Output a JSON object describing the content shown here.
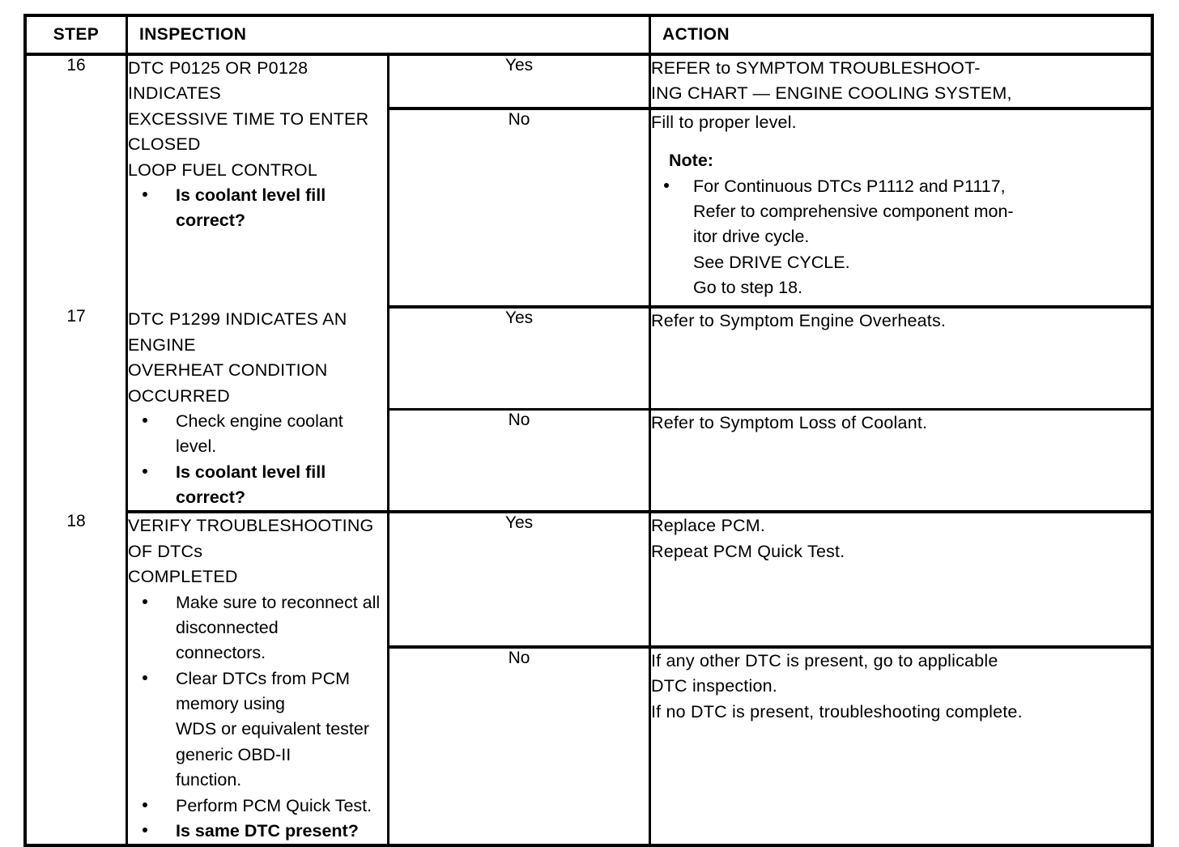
{
  "document": {
    "type": "diagnostic-troubleshooting-chart",
    "columns": [
      "STEP",
      "INSPECTION",
      "ACTION"
    ],
    "header": {
      "step": "STEP",
      "inspection": "INSPECTION",
      "action": "ACTION"
    },
    "labels": {
      "yes": "Yes",
      "no": "No",
      "note": "Note:"
    },
    "rows": [
      {
        "step": "16",
        "inspection": {
          "heading": "DTC P0125 OR P0128 INDICATES\nEXCESSIVE TIME TO ENTER CLOSED\nLOOP FUEL CONTROL",
          "bullets": [
            {
              "text": "Is coolant level fill correct?",
              "bold": true
            }
          ]
        },
        "actions": [
          {
            "answer": "Yes",
            "lines": [
              "REFER to SYMPTOM TROUBLESHOOT-",
              "ING CHART — ENGINE COOLING SYSTEM,"
            ]
          },
          {
            "answer": "No",
            "lines": [
              "Fill to proper level."
            ],
            "note": {
              "title": "Note:",
              "bullets": [
                "For Continuous DTCs P1112 and P1117,\nRefer to comprehensive component mon-\nitor drive cycle.\nSee DRIVE CYCLE.\nGo to step 18."
              ]
            }
          }
        ]
      },
      {
        "step": "17",
        "inspection": {
          "heading": "DTC P1299 INDICATES AN ENGINE\nOVERHEAT CONDITION OCCURRED",
          "bullets": [
            {
              "text": "Check engine coolant level.",
              "bold": false
            },
            {
              "text": "Is coolant level fill correct?",
              "bold": true
            }
          ]
        },
        "actions": [
          {
            "answer": "Yes",
            "lines": [
              "Refer to Symptom Engine Overheats."
            ]
          },
          {
            "answer": "No",
            "lines": [
              "Refer to Symptom Loss of Coolant."
            ]
          }
        ]
      },
      {
        "step": "18",
        "inspection": {
          "heading": "VERIFY TROUBLESHOOTING OF DTCs\nCOMPLETED",
          "bullets": [
            {
              "text": "Make sure to reconnect all disconnected\nconnectors.",
              "bold": false
            },
            {
              "text": "Clear DTCs from PCM memory using\nWDS or equivalent tester generic OBD-II\nfunction.",
              "bold": false
            },
            {
              "text": "Perform PCM Quick Test.",
              "bold": false
            },
            {
              "text": "Is same DTC present?",
              "bold": true
            }
          ]
        },
        "actions": [
          {
            "answer": "Yes",
            "lines": [
              "Replace PCM.",
              "Repeat PCM Quick Test."
            ]
          },
          {
            "answer": "No",
            "lines": [
              "If any other DTC is present, go to applicable",
              "DTC inspection.",
              "If no DTC is present, troubleshooting complete."
            ]
          }
        ]
      }
    ],
    "colors": {
      "ink": "#000000",
      "paper": "#ffffff"
    }
  }
}
